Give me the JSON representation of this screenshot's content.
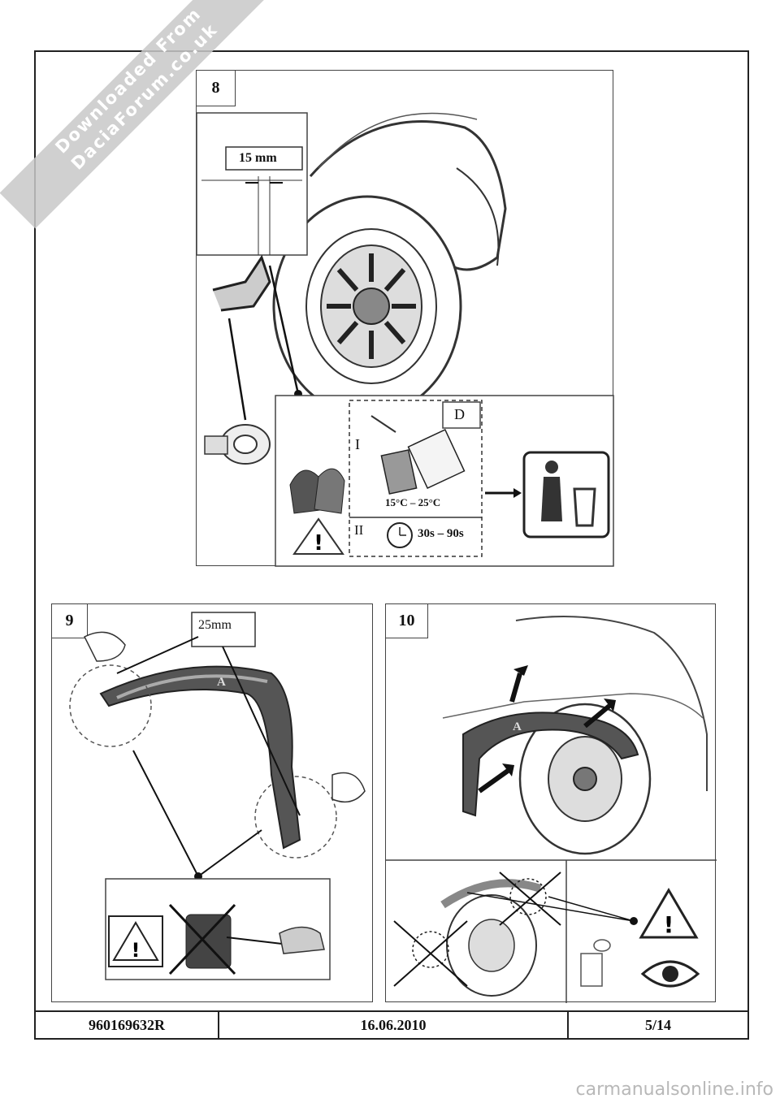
{
  "watermark": {
    "line1": "Downloaded From",
    "line2": "DaciaForum.co.uk"
  },
  "site_footer": "carmanualsonline.info",
  "step8": {
    "number": "8",
    "measure": "15 mm",
    "box_d_label": "D",
    "step_i": "I",
    "step_ii": "II",
    "temperature": "15°C – 25°C",
    "time": "30s – 90s"
  },
  "step9": {
    "number": "9",
    "measure": "25mm",
    "part_label": "A"
  },
  "step10": {
    "number": "10",
    "part_label": "A"
  },
  "footer": {
    "ref": "960169632R",
    "date": "16.06.2010",
    "page": "5/14"
  }
}
